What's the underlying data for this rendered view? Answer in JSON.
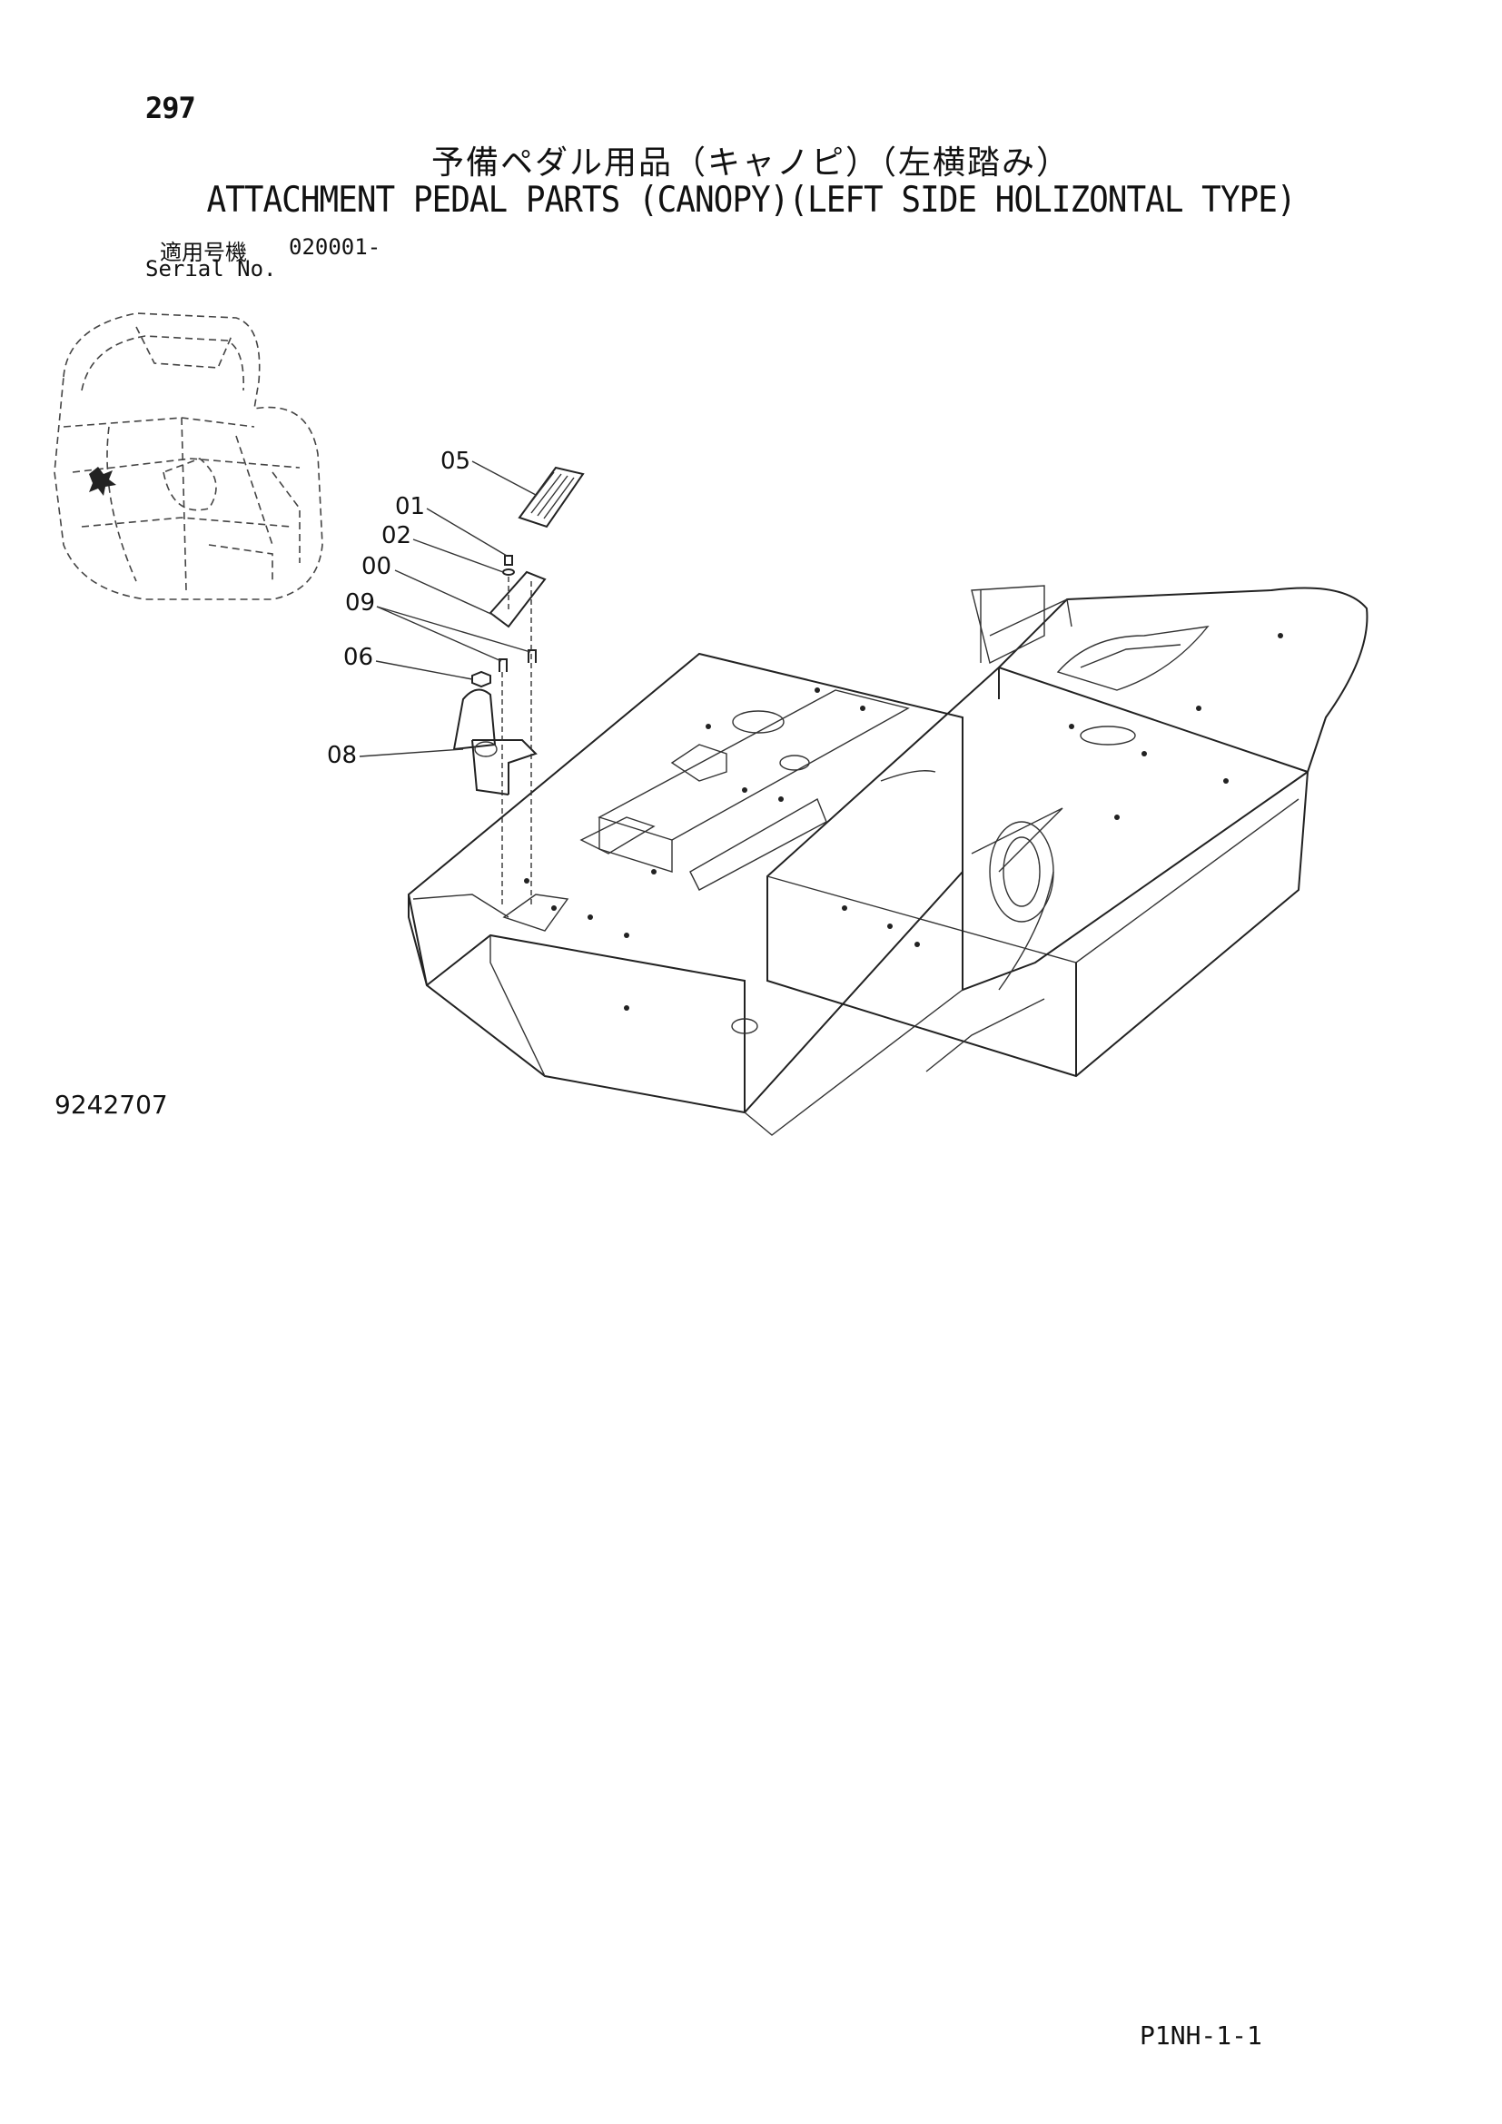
{
  "header": {
    "page_number": "297",
    "title_ja": "予備ペダル用品（キャノピ）（左横踏み）",
    "title_en": "ATTACHMENT PEDAL PARTS (CANOPY)(LEFT SIDE HOLIZONTAL TYPE)",
    "serial_label_ja": "適用号機",
    "serial_value": "020001-",
    "serial_label_en": "Serial No."
  },
  "callouts": [
    {
      "label": "05"
    },
    {
      "label": "01"
    },
    {
      "label": "02"
    },
    {
      "label": "00"
    },
    {
      "label": "09"
    },
    {
      "label": "06"
    },
    {
      "label": "08"
    }
  ],
  "footer": {
    "drawing_number": "9242707",
    "page_code": "P1NH-1-1"
  }
}
